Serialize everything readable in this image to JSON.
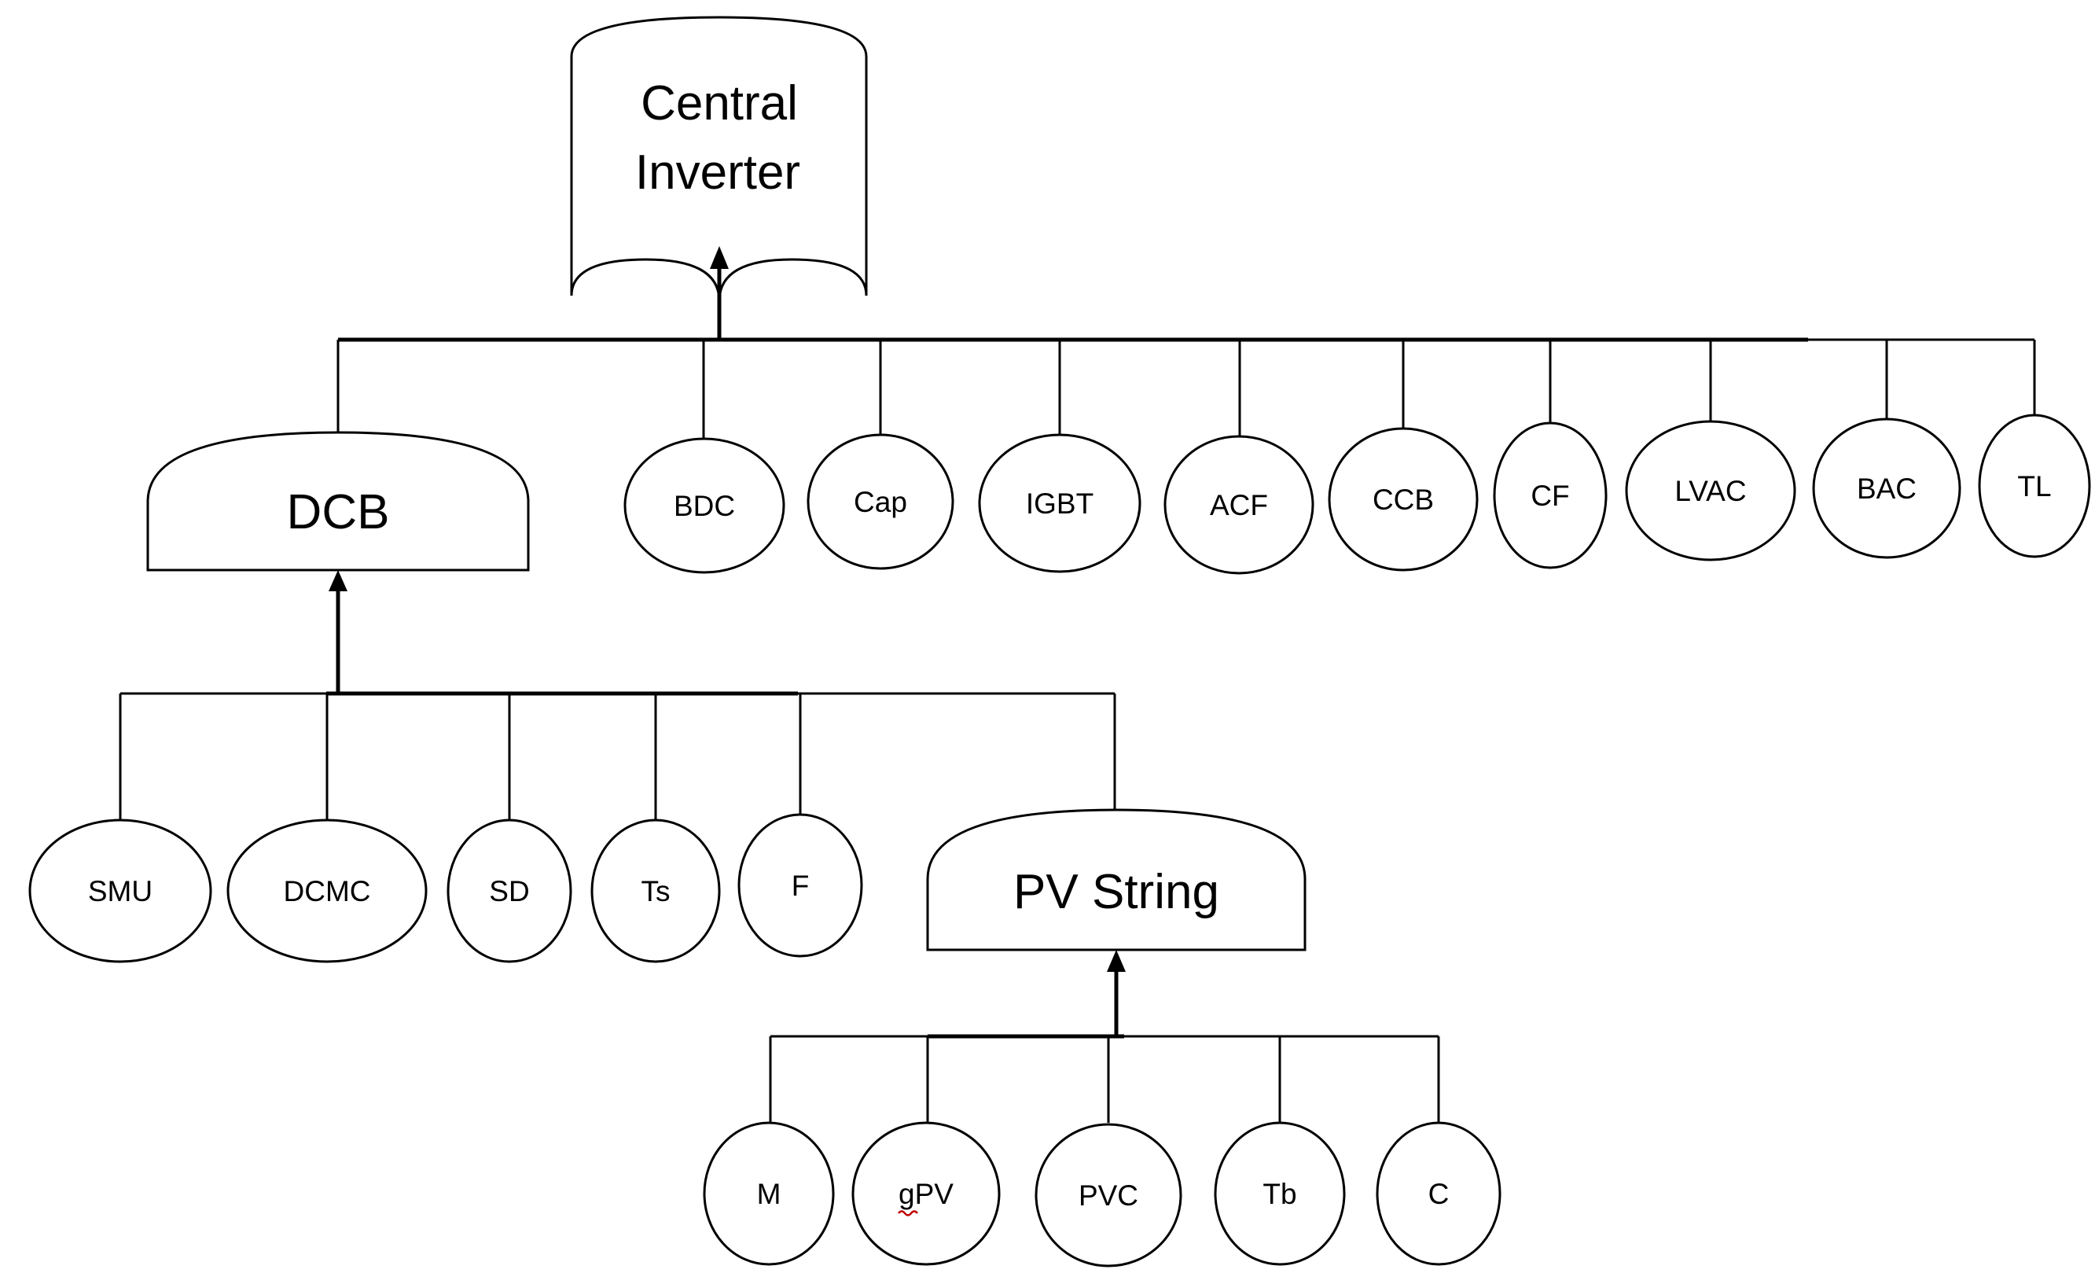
{
  "diagram": {
    "gates": {
      "central_inverter": {
        "line1": "Central",
        "line2": "Inverter"
      },
      "dcb": {
        "label": "DCB"
      },
      "pv_string": {
        "label": "PV String"
      }
    },
    "central_inverter_events": [
      "BDC",
      "Cap",
      "IGBT",
      "ACF",
      "CCB",
      "CF",
      "LVAC",
      "BAC",
      "TL"
    ],
    "dcb_events": [
      "SMU",
      "DCMC",
      "SD",
      "Ts",
      "F"
    ],
    "pv_string_events": [
      "M",
      "gPV",
      "PVC",
      "Tb",
      "C"
    ]
  },
  "colors": {
    "stroke": "#000000",
    "fill": "#ffffff",
    "spellcheck_underline": "#c00000"
  }
}
